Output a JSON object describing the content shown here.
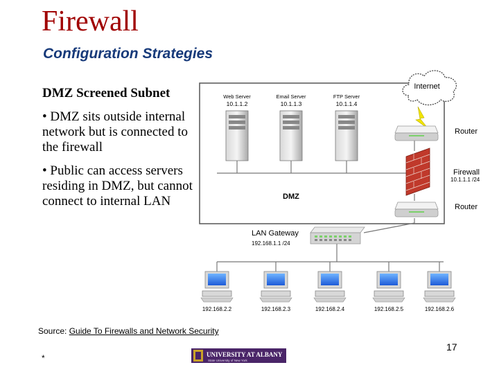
{
  "slide": {
    "title": "Firewall",
    "subtitle": "Configuration Strategies",
    "heading": "DMZ Screened Subnet",
    "bullets": [
      "• DMZ sits outside internal network but is connected to the firewall",
      "• Public can access servers residing in DMZ, but cannot connect to internal LAN"
    ],
    "source_prefix": "Source: ",
    "source_link": "Guide To Firewalls and Network Security",
    "page_number": "17",
    "footer_mark": "*",
    "logo_text": "UNIVERSITY AT ALBANY",
    "logo_subtext": "State University of New York"
  },
  "diagram": {
    "servers": [
      {
        "name": "Web Server",
        "ip": "10.1.1.2"
      },
      {
        "name": "Email Server",
        "ip": "10.1.1.3"
      },
      {
        "name": "FTP Server",
        "ip": "10.1.1.4"
      }
    ],
    "internet_label": "Internet",
    "router_top_label": "Router",
    "firewall_label": "Firewall",
    "firewall_ip": "10.1.1.1 /24",
    "router_bottom_label": "Router",
    "dmz_label": "DMZ",
    "gateway_label": "LAN Gateway",
    "gateway_ip": "192.168.1.1 /24",
    "workstations": [
      "192.168.2.2",
      "192.168.2.3",
      "192.168.2.4",
      "192.168.2.5",
      "192.168.2.6"
    ]
  },
  "colors": {
    "title": "#a00000",
    "subtitle": "#173a7a",
    "firewall_brick": "#c0392b",
    "lightning": "#f2e600",
    "logo_bg": "#4a2568"
  }
}
